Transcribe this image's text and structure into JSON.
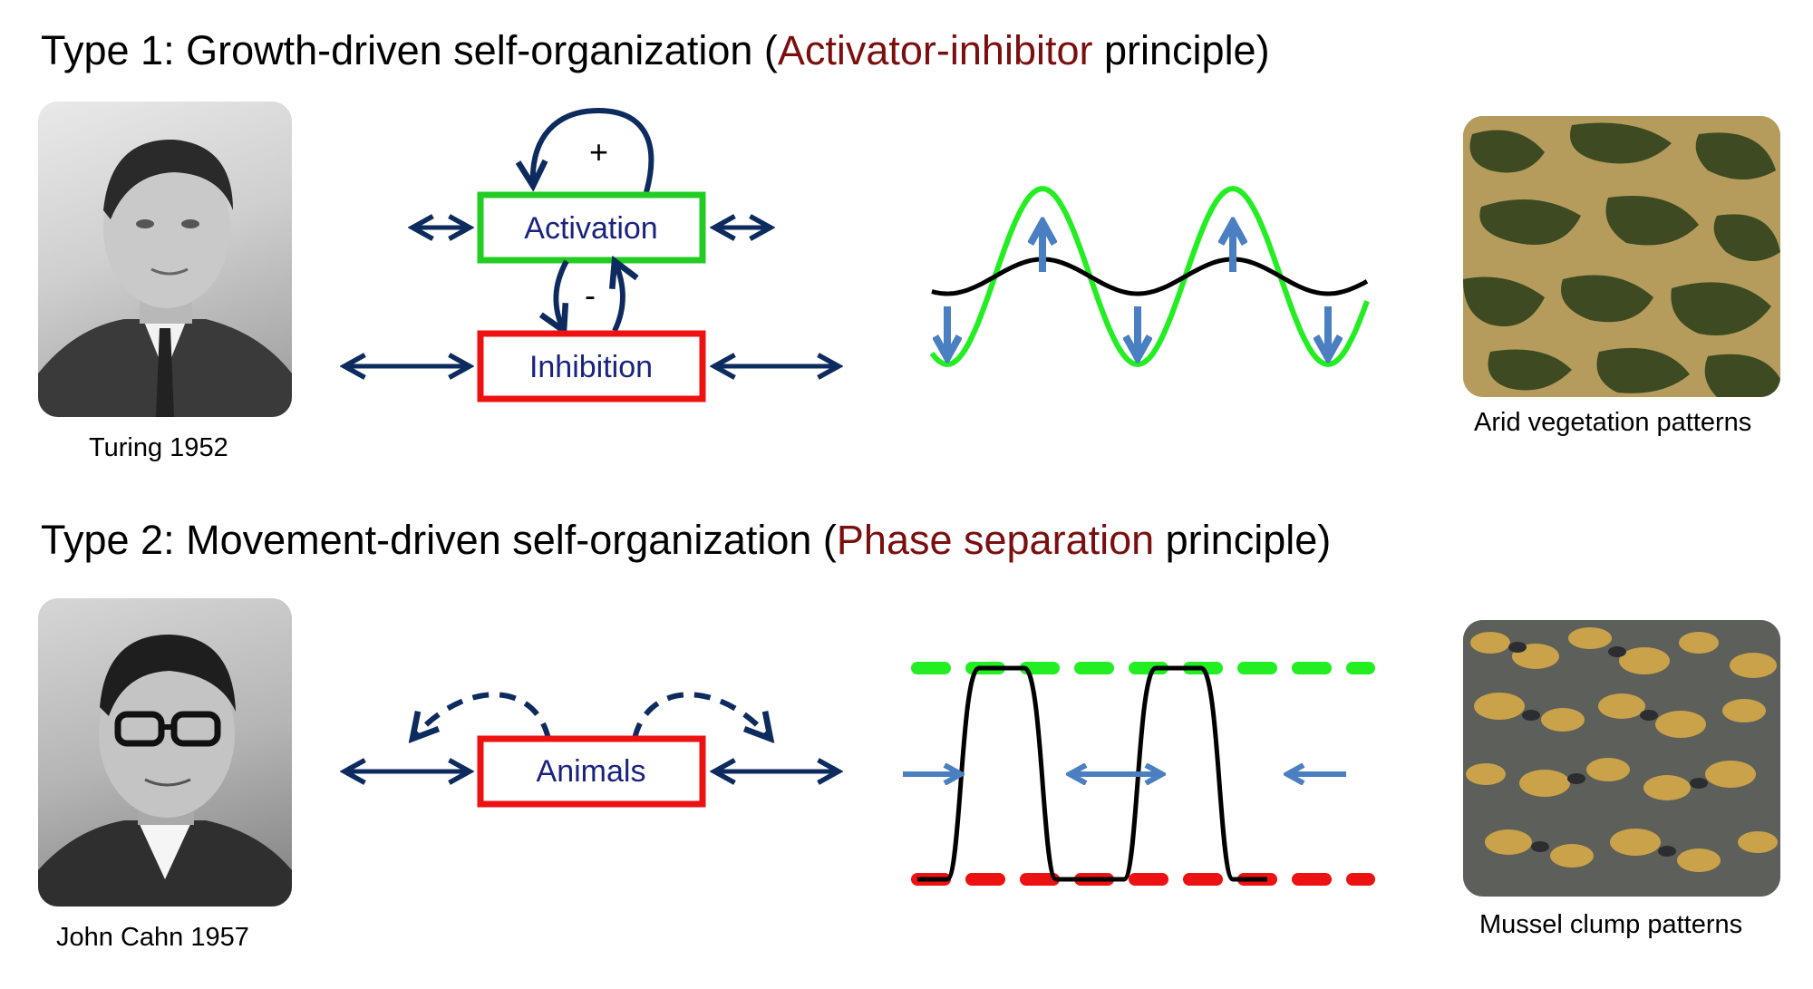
{
  "type1": {
    "heading_prefix": "Type 1: Growth-driven self-organization (",
    "heading_highlight": "Activator-inhibitor",
    "heading_suffix": " principle)",
    "photo_caption": "Turing 1952",
    "box_activation": "Activation",
    "box_inhibition": "Inhibition",
    "sign_plus": "+",
    "sign_minus": "-",
    "pattern_caption": "Arid vegetation patterns"
  },
  "type2": {
    "heading_prefix": "Type 2: Movement-driven self-organization (",
    "heading_highlight": "Phase separation",
    "heading_suffix": " principle)",
    "photo_caption": "John Cahn 1957",
    "box_animals": "Animals",
    "pattern_caption": "Mussel clump patterns"
  },
  "colors": {
    "highlight": "#7b0f0f",
    "navy": "#1a237e",
    "activation_box": "#22cc22",
    "inhibition_box": "#ee1111",
    "wave_green": "#22ee22",
    "arrow_blue": "#4a7fc1",
    "dash_green": "#22ee22",
    "dash_red": "#ee1111"
  }
}
